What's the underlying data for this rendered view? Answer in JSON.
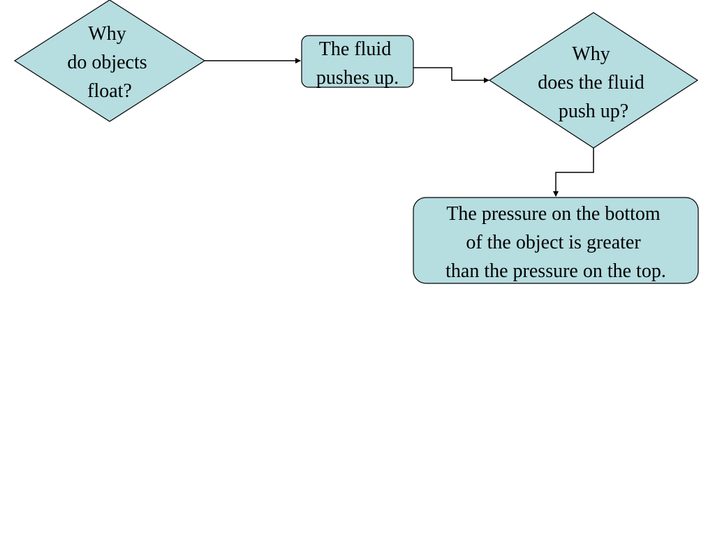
{
  "colors": {
    "background": "#ffffff",
    "node_fill": "#b6dde0",
    "stroke": "#000000"
  },
  "nodes": {
    "q1": {
      "shape": "diamond",
      "lines": [
        "Why",
        "do objects",
        "float?"
      ]
    },
    "a1": {
      "shape": "rounded-rect",
      "lines": [
        "The fluid",
        "pushes up."
      ]
    },
    "q2": {
      "shape": "diamond",
      "lines": [
        "Why",
        "does the fluid",
        "push up?"
      ]
    },
    "a2": {
      "shape": "rounded-rect",
      "lines": [
        "The pressure on the bottom",
        "of the object is greater",
        "than the pressure on the top."
      ]
    }
  },
  "edges": [
    {
      "from": "q1",
      "to": "a1"
    },
    {
      "from": "a1",
      "to": "q2"
    },
    {
      "from": "q2",
      "to": "a2"
    }
  ]
}
